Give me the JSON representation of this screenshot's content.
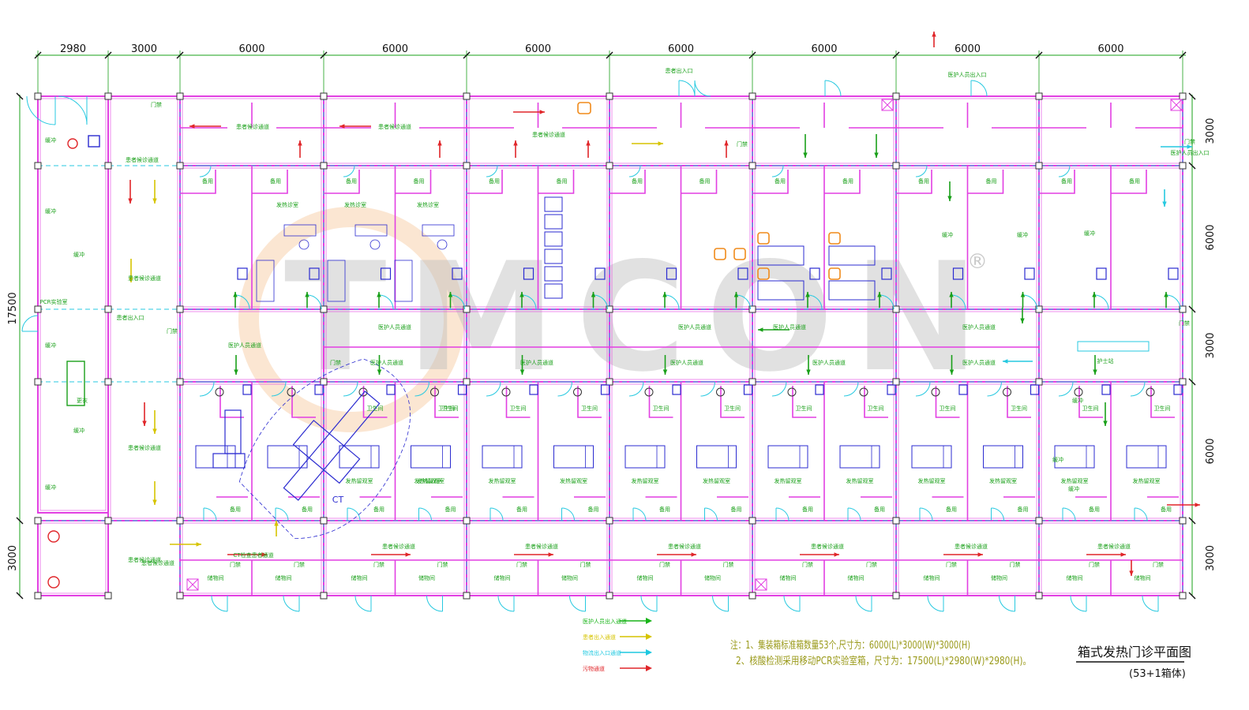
{
  "drawing": {
    "title": "箱式发热门诊平面图",
    "subtitle": "(53+1箱体)",
    "watermark": "TMCON",
    "watermark_mark": "®",
    "top_dimensions": [
      "2980",
      "3000",
      "6000",
      "6000",
      "6000",
      "6000",
      "6000",
      "6000",
      "6000"
    ],
    "left_dimensions": [
      "17500",
      "3000"
    ],
    "right_dimensions": [
      "3000",
      "6000",
      "3000",
      "6000",
      "3000"
    ],
    "notes": [
      "注：1、集装箱标准箱数量53个,尺寸为：6000(L)*3000(W)*3000(H)",
      "2、核酸检测采用移动PCR实验室箱，尺寸为：17500(L)*2980(W)*2980(H)。"
    ],
    "legend": [
      {
        "label": "医护人员出入通道",
        "color": "#19b419"
      },
      {
        "label": "患者出入通道",
        "color": "#d6c400"
      },
      {
        "label": "物流出入口通道",
        "color": "#1ec8e0"
      },
      {
        "label": "污物通道",
        "color": "#e0262a"
      }
    ],
    "room_labels": {
      "ct": "CT",
      "ct_corridor": "CT检查患者通道",
      "patient_corridor": "患者候诊通道",
      "medical_corridor": "医护人员通道",
      "clinic": "发热诊室",
      "ward": "发热留观室",
      "toilet": "卫生间",
      "buffer": "缓冲",
      "standby": "备用",
      "door": "门禁",
      "storage": "储物间",
      "nurse_station": "护士站",
      "pcr": "PCR实验室",
      "dressing": "更衣",
      "entrance_medical": "医护人员出入口",
      "entrance_patient": "患者出入口"
    }
  }
}
